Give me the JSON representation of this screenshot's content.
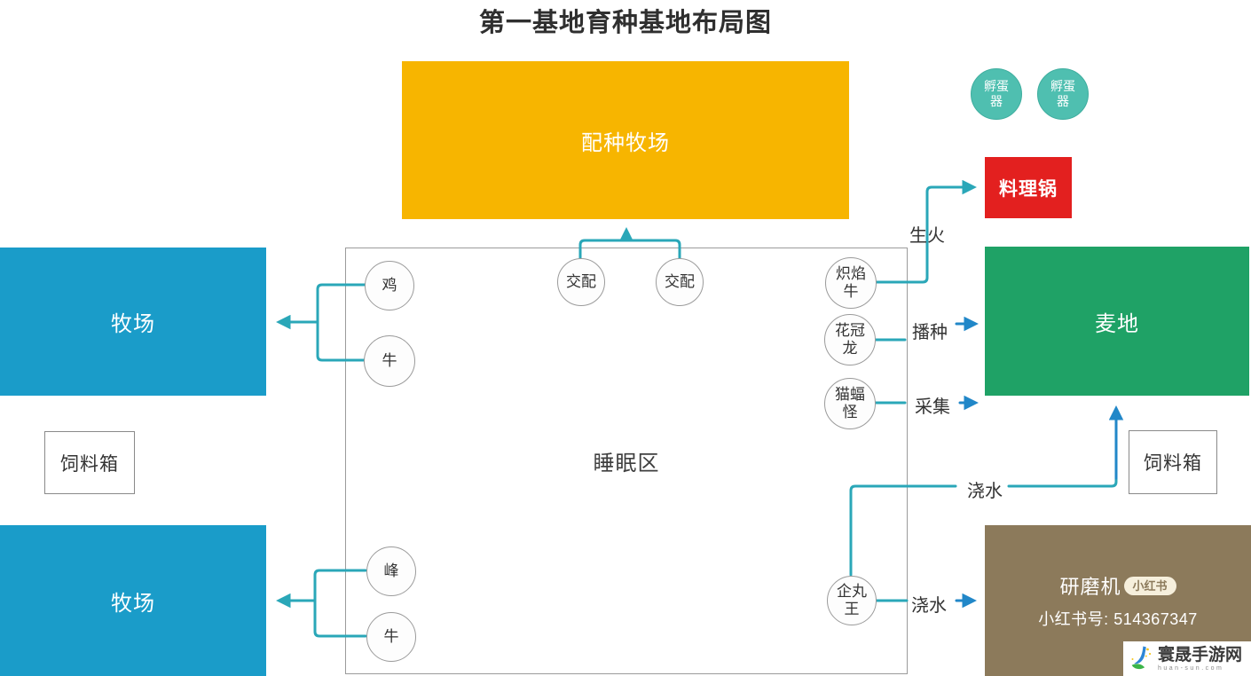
{
  "title": "第一基地育种基地布局图",
  "zones": {
    "breeding": {
      "label": "配种牧场",
      "color": "#F7B500"
    },
    "ranch_top": {
      "label": "牧场",
      "color": "#1A9CC9"
    },
    "ranch_bottom": {
      "label": "牧场",
      "color": "#1A9CC9"
    },
    "wheat": {
      "label": "麦地",
      "color": "#1FA266"
    },
    "pot": {
      "label": "料理锅",
      "color": "#E3201F"
    },
    "grinder": {
      "label": "研磨机",
      "color": "#8C7A5B",
      "badge": "小红书",
      "note": "小红书号: 514367347"
    },
    "sleep": {
      "label": "睡眠区"
    },
    "feed_left": {
      "label": "饲料箱"
    },
    "feed_right": {
      "label": "饲料箱"
    },
    "incubator_1": {
      "label": "孵蛋器",
      "color": "#4FBFB0"
    },
    "incubator_2": {
      "label": "孵蛋器",
      "color": "#4FBFB0"
    }
  },
  "pals": [
    {
      "label": "鸡"
    },
    {
      "label": "牛"
    },
    {
      "label": "交配"
    },
    {
      "label": "交配"
    },
    {
      "label": "炽焰牛"
    },
    {
      "label": "花冠龙"
    },
    {
      "label": "猫蝠怪"
    },
    {
      "label": "峰"
    },
    {
      "label": "牛"
    },
    {
      "label": "企丸王"
    }
  ],
  "edges": {
    "fire": "生火",
    "sow": "播种",
    "gather": "采集",
    "water_top": "浇水",
    "water_bottom": "浇水"
  },
  "watermark": {
    "site": "寰晟手游网",
    "url": "huan-sun.com"
  },
  "palette": {
    "line_teal": "#2AA7B8",
    "arrow_blue": "#2187C8"
  }
}
